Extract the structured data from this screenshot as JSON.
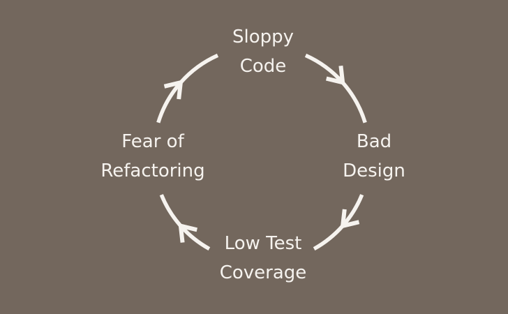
{
  "diagram": {
    "type": "cycle",
    "background_color": "#73675d",
    "foreground_color": "#f6f3ef",
    "nodes": [
      {
        "id": "sloppy-code",
        "label": "Sloppy\nCode",
        "position": "top"
      },
      {
        "id": "bad-design",
        "label": "Bad\nDesign",
        "position": "right"
      },
      {
        "id": "low-test-coverage",
        "label": "Low Test\nCoverage",
        "position": "bottom"
      },
      {
        "id": "fear-of-refactoring",
        "label": "Fear of\nRefactoring",
        "position": "left"
      }
    ],
    "edges": [
      {
        "from": "sloppy-code",
        "to": "bad-design"
      },
      {
        "from": "bad-design",
        "to": "low-test-coverage"
      },
      {
        "from": "low-test-coverage",
        "to": "fear-of-refactoring"
      },
      {
        "from": "fear-of-refactoring",
        "to": "sloppy-code"
      }
    ]
  }
}
